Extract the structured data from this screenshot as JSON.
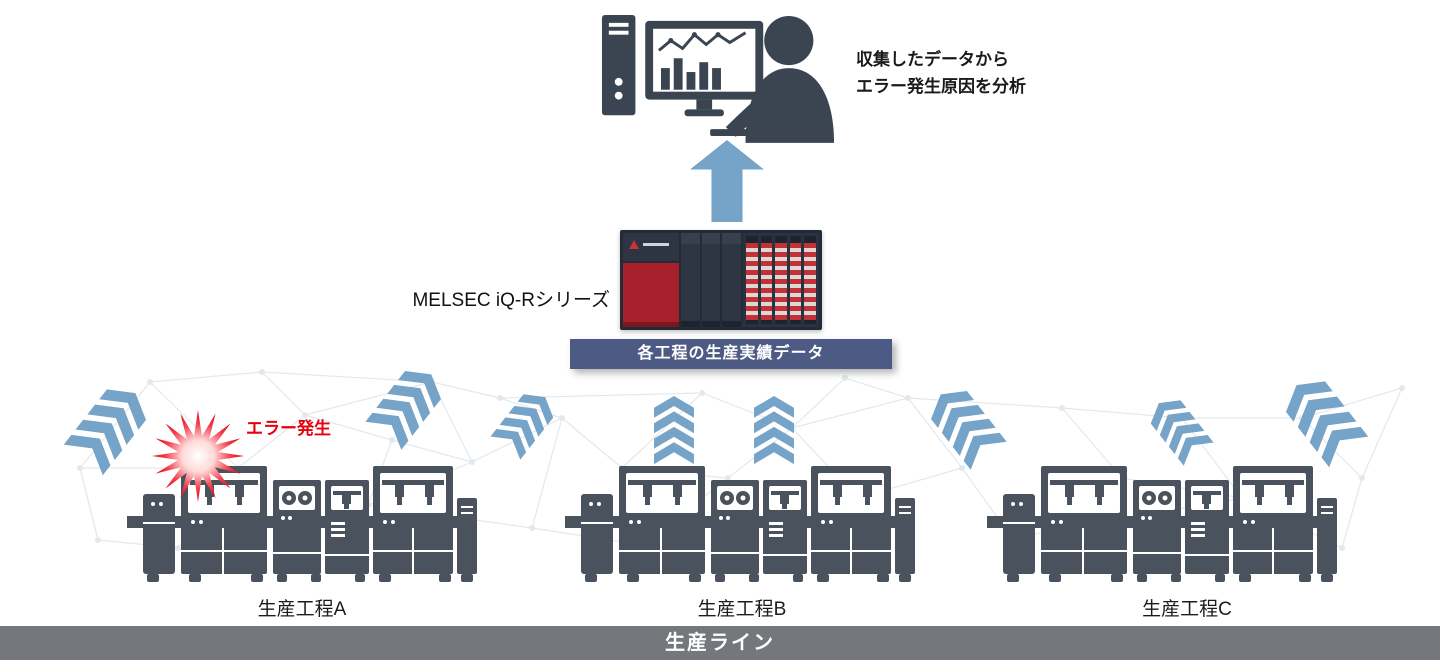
{
  "analysis_caption": {
    "line1": "収集したデータから",
    "line2": "エラー発生原因を分析"
  },
  "plc_label": "MELSEC iQ-Rシリーズ",
  "data_banner": "各工程の生産実績データ",
  "error_label": "エラー発生",
  "process_labels": [
    "生産工程A",
    "生産工程B",
    "生産工程C"
  ],
  "footer_label": "生産ライン",
  "icons": {
    "analyst-computer-icon": "person silhouette at desktop PC with chart on monitor",
    "upload-arrow-icon": "thick solid up arrow",
    "data-flow-chevron-icon": "stack of four upward chevrons",
    "error-burst-icon": "red starburst explosion",
    "machine-line-icon": "production machinery silhouette",
    "mitsubishi-logo-icon": "small red triangle logo"
  },
  "colors": {
    "dark": "#3a4551",
    "machine": "#49525d",
    "blue": "#76a3c8",
    "banner": "#4d5a83",
    "red": "#e60012",
    "footer": "#74787d",
    "mesh": "#e2e9ee"
  }
}
